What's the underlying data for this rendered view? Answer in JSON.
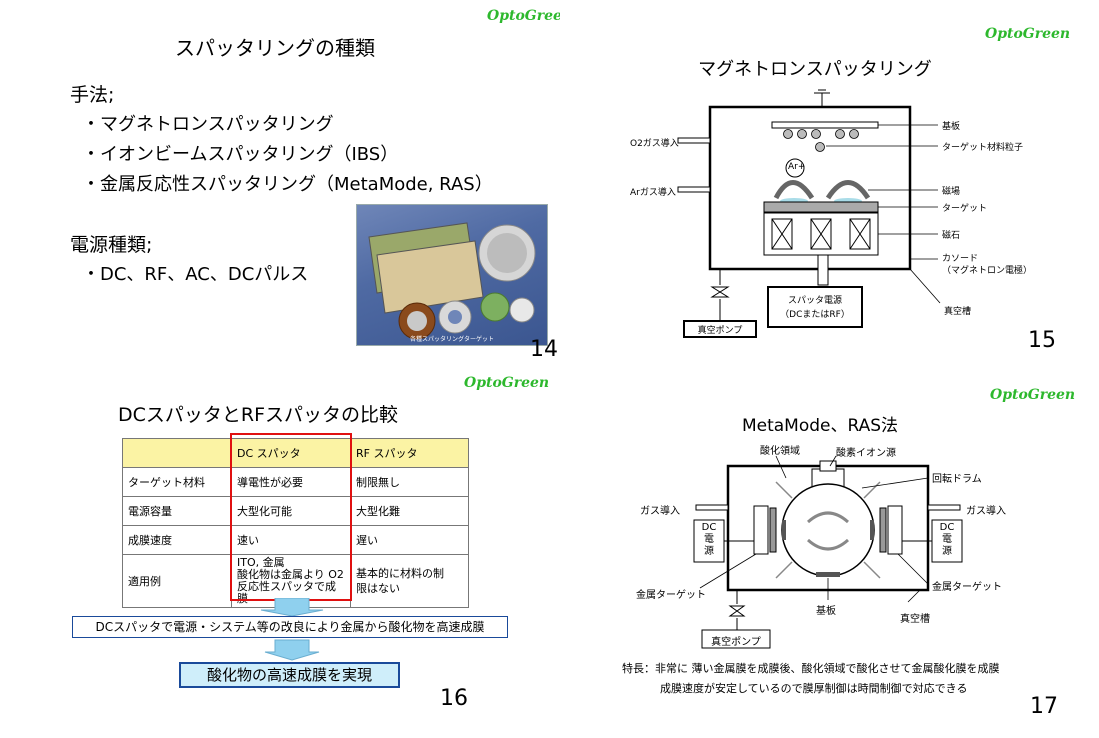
{
  "slide14": {
    "brand": "OptoGreen",
    "title": "スパッタリングの種類",
    "method_heading": "手法;",
    "methods": [
      "・マグネトロンスパッタリング",
      "・イオンビームスパッタリング（IBS）",
      "・金属反応性スパッタリング（MetaMode, RAS）"
    ],
    "power_heading": "電源種類;",
    "power_types": "・DC、RF、AC、DCパルス",
    "photo_caption": "各種スパッタリングターゲット",
    "page": "14"
  },
  "slide15": {
    "brand": "OptoGreen",
    "title": "マグネトロンスパッタリング",
    "labels": {
      "o2_gas": "O2ガス導入",
      "ar_gas": "Arガス導入",
      "substrate": "基板",
      "particles": "ターゲット材料粒子",
      "magnetic_field": "磁場",
      "target": "ターゲット",
      "magnet": "磁石",
      "cathode1": "カソード",
      "cathode2": "（マグネトロン電極）",
      "chamber": "真空槽",
      "pump": "真空ポンプ",
      "power1": "スパッタ電源",
      "power2": "（DCまたはRF）",
      "ion": "Ar+"
    },
    "page": "15"
  },
  "slide16": {
    "brand": "OptoGreen",
    "title": "DCスパッタとRFスパッタの比較",
    "table": {
      "headers": [
        "",
        "DC スパッタ",
        "RF スパッタ"
      ],
      "rows": [
        [
          "ターゲット材料",
          "導電性が必要",
          "制限無し"
        ],
        [
          "電源容量",
          "大型化可能",
          "大型化難"
        ],
        [
          "成膜速度",
          "速い",
          "遅い"
        ]
      ],
      "usage_label": "適用例",
      "usage_dc": [
        "ITO, 金属",
        "酸化物は金属より O2",
        "反応性スパッタで成膜"
      ],
      "usage_rf": [
        "基本的に材料の制",
        "限はない"
      ]
    },
    "banner1": "DCスパッタで電源・システム等の改良により金属から酸化物を高速成膜",
    "banner2": "酸化物の高速成膜を実現",
    "page": "16"
  },
  "slide17": {
    "brand": "OptoGreen",
    "title": "MetaMode、RAS法",
    "labels": {
      "oxidation_zone": "酸化領域",
      "oxygen_ion_source": "酸素イオン源",
      "rotary_drum": "回転ドラム",
      "gas_left": "ガス導入",
      "gas_right": "ガス導入",
      "dc_power": [
        "DC",
        "電",
        "源"
      ],
      "metal_target_left": "金属ターゲット",
      "metal_target_right": "金属ターゲット",
      "substrate": "基板",
      "chamber": "真空槽",
      "pump": "真空ポンプ"
    },
    "feature1": "特長：非常に 薄い金属膜を成膜後、酸化領域で酸化させて金属酸化膜を成膜",
    "feature2": "成膜速度が安定しているので膜厚制御は時間制御で対応できる",
    "page": "17"
  }
}
